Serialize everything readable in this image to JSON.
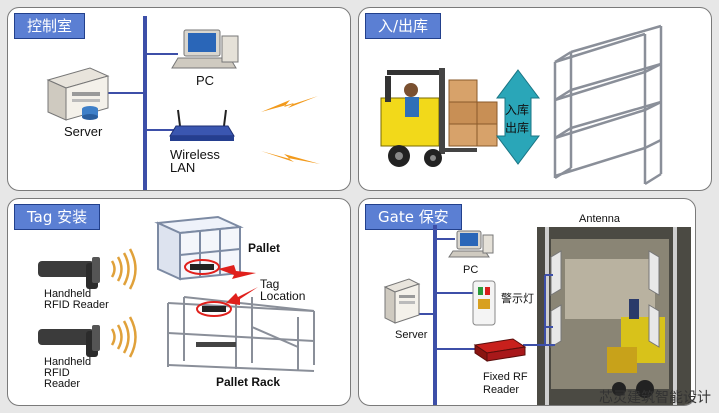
{
  "panels": {
    "control_room": {
      "title": "控制室",
      "server_label": "Server",
      "pc_label": "PC",
      "wireless_label_1": "Wireless",
      "wireless_label_2": "LAN"
    },
    "inout": {
      "title": "入/出库",
      "arrow_line_1": "入库",
      "arrow_line_2": "出库"
    },
    "tag": {
      "title": "Tag 安装",
      "pallet_label": "Pallet",
      "tag_location_1": "Tag",
      "tag_location_2": "Location",
      "pallet_rack_label": "Pallet Rack",
      "reader1_line1": "Handheld",
      "reader1_line2": "RFID Reader",
      "reader2_line1": "Handheld",
      "reader2_line2": "RFID",
      "reader2_line3": "Reader"
    },
    "gate": {
      "title": "Gate 保安",
      "antenna_label": "Antenna",
      "pc_label": "PC",
      "warning_label": "警示灯",
      "server_label": "Server",
      "fixed_reader_1": "Fixed RF",
      "fixed_reader_2": "Reader"
    }
  },
  "watermark": "芯灵建筑智能设计",
  "colors": {
    "bus_line": "#3d4fa8",
    "title_bg": "#5b7fd3",
    "signal": "#f29a1c",
    "arrow_red": "#e0201c",
    "arrow_teal": "#2aa6b8"
  }
}
